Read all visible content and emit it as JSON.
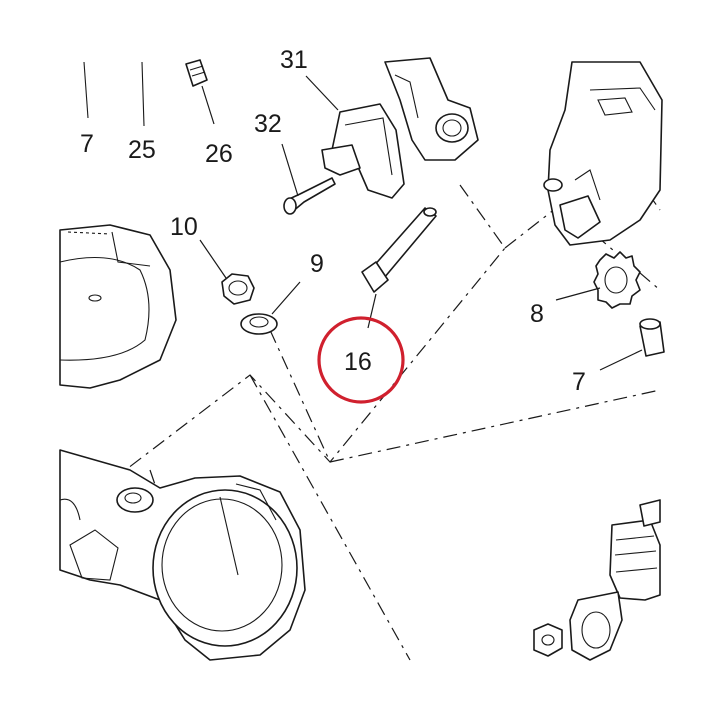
{
  "callouts": {
    "c31": "31",
    "c7_top": "7",
    "c25": "25",
    "c26": "26",
    "c32": "32",
    "c10": "10",
    "c9": "9",
    "c16": "16",
    "c8": "8",
    "c7_right": "7"
  },
  "highlight": {
    "target": "16",
    "color": "#d0202e"
  }
}
